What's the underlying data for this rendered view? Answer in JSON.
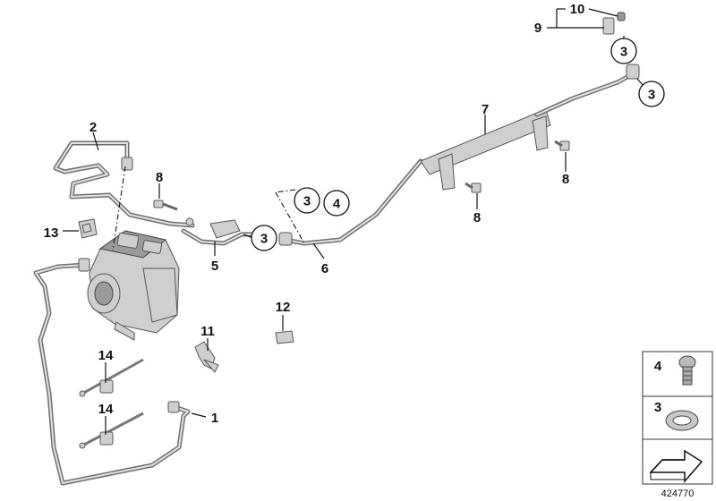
{
  "part_labels": {
    "p1": "1",
    "p2": "2",
    "p3a": "3",
    "p3b": "3",
    "p3c": "3",
    "p3d": "3",
    "p4": "4",
    "p5": "5",
    "p6": "6",
    "p7": "7",
    "p8a": "8",
    "p8b": "8",
    "p8c": "8",
    "p9": "9",
    "p10": "10",
    "p11": "11",
    "p12": "12",
    "p13": "13",
    "p14a": "14",
    "p14b": "14"
  },
  "legend": {
    "item_4": "4",
    "item_3": "3"
  },
  "image_number": "424770"
}
